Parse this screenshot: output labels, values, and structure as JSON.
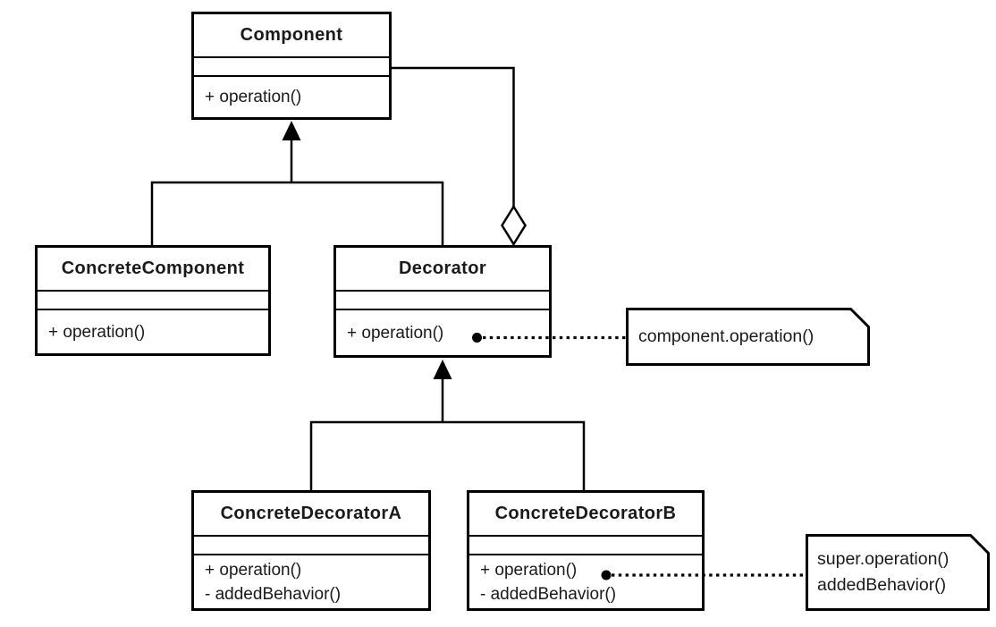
{
  "colors": {
    "stroke": "#000000",
    "background": "#ffffff",
    "text": "#1a1a1a"
  },
  "classes": {
    "component": {
      "name": "Component",
      "attributes": [],
      "methods": [
        "+ operation()"
      ]
    },
    "concrete_component": {
      "name": "ConcreteComponent",
      "attributes": [],
      "methods": [
        "+ operation()"
      ]
    },
    "decorator": {
      "name": "Decorator",
      "attributes": [],
      "methods": [
        "+ operation()"
      ]
    },
    "concrete_decorator_a": {
      "name": "ConcreteDecoratorA",
      "attributes": [],
      "methods": [
        "+ operation()",
        "- addedBehavior()"
      ]
    },
    "concrete_decorator_b": {
      "name": "ConcreteDecoratorB",
      "attributes": [],
      "methods": [
        "+ operation()",
        "- addedBehavior()"
      ]
    }
  },
  "notes": {
    "decorator_operation": {
      "lines": [
        "component.operation()"
      ]
    },
    "concrete_decorator_b_operation": {
      "lines": [
        "super.operation()",
        "addedBehavior()"
      ]
    }
  },
  "relationships": [
    {
      "type": "generalization",
      "from": "ConcreteComponent",
      "to": "Component"
    },
    {
      "type": "generalization",
      "from": "Decorator",
      "to": "Component"
    },
    {
      "type": "aggregation",
      "from": "Decorator",
      "to": "Component"
    },
    {
      "type": "generalization",
      "from": "ConcreteDecoratorA",
      "to": "Decorator"
    },
    {
      "type": "generalization",
      "from": "ConcreteDecoratorB",
      "to": "Decorator"
    },
    {
      "type": "note-link",
      "from": "Decorator.operation()",
      "to": "decorator_operation"
    },
    {
      "type": "note-link",
      "from": "ConcreteDecoratorB.operation()",
      "to": "concrete_decorator_b_operation"
    }
  ]
}
